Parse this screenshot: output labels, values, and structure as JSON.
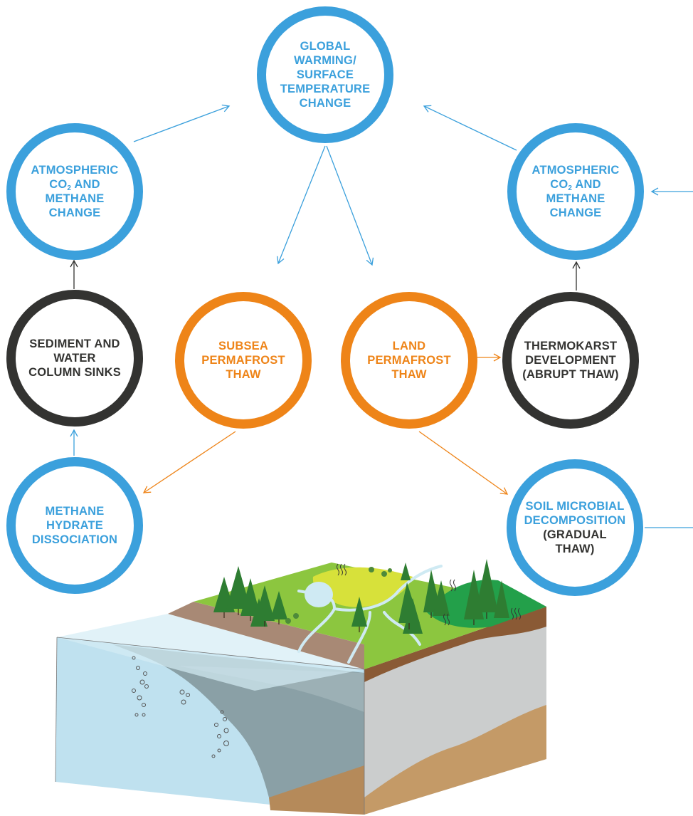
{
  "colors": {
    "blue": "#3ba0dc",
    "orange": "#ee8418",
    "dark": "#333331"
  },
  "nodes": {
    "global_warming": {
      "lines": [
        "GLOBAL",
        "WARMING/",
        "SURFACE",
        "TEMPERATURE",
        "CHANGE"
      ]
    },
    "atmos_left": {
      "line1": "ATMOSPHERIC",
      "co": "CO",
      "sub": "2",
      "and": " AND",
      "line3": "METHANE",
      "line4": "CHANGE"
    },
    "atmos_right": {
      "line1": "ATMOSPHERIC",
      "co": "CO",
      "sub": "2",
      "and": " AND",
      "line3": "METHANE",
      "line4": "CHANGE"
    },
    "sediment": {
      "lines": [
        "SEDIMENT AND",
        "WATER",
        "COLUMN SINKS"
      ]
    },
    "subsea": {
      "lines": [
        "SUBSEA",
        "PERMAFROST",
        "THAW"
      ]
    },
    "land": {
      "lines": [
        "LAND",
        "PERMAFROST",
        "THAW"
      ]
    },
    "thermokarst": {
      "lines": [
        "THERMOKARST",
        "DEVELOPMENT",
        "(ABRUPT THAW)"
      ]
    },
    "methane_hydrate": {
      "lines": [
        "METHANE",
        "HYDRATE",
        "DISSOCIATION"
      ]
    },
    "soil_microbial": {
      "line1": "SOIL MICROBIAL",
      "line2": "DECOMPOSITION",
      "line3": "(GRADUAL",
      "line4": "THAW)"
    }
  }
}
